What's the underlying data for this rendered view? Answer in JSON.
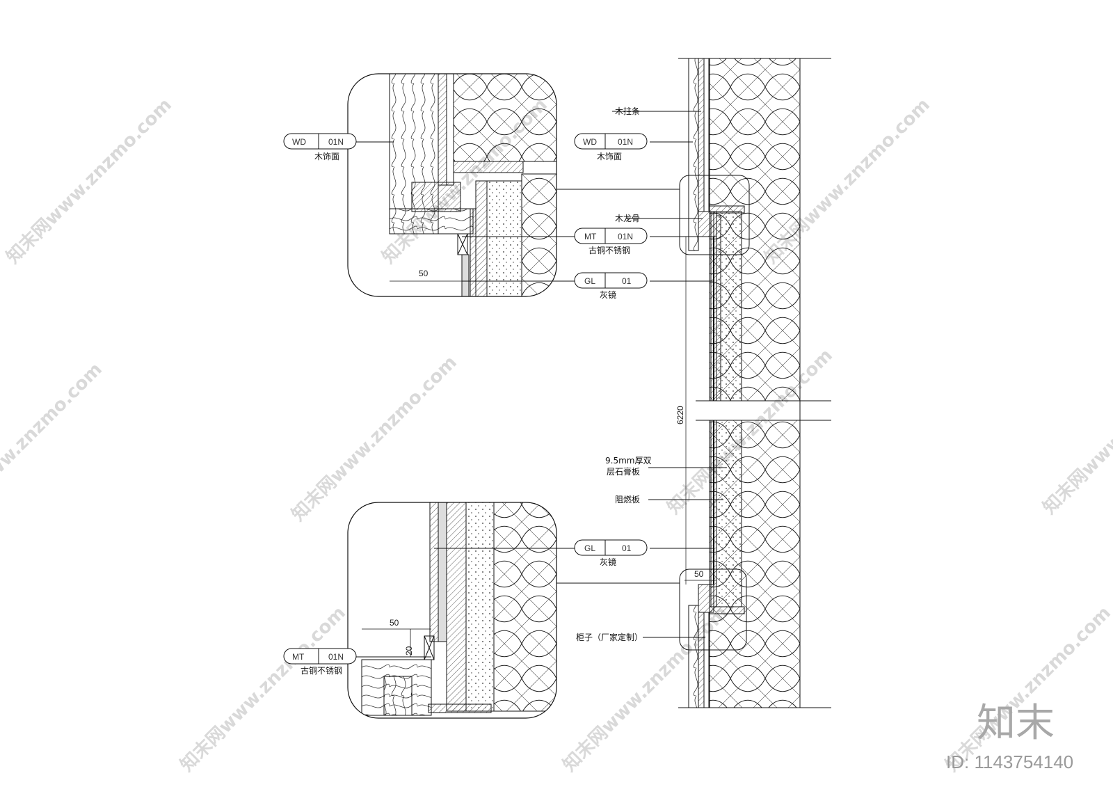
{
  "watermark": {
    "text": "知末网www.znzmo.com"
  },
  "brand": {
    "logo": "知末",
    "id_text": "ID: 1143754140"
  },
  "labels": {
    "wood_strip": "木拄条",
    "wood_face": "木饰面",
    "wood_keel": "木龙骨",
    "bronze_ss": "古铜不锈钢",
    "grey_mirror": "灰镜",
    "gypsum_line1": "9.5mm厚双",
    "gypsum_line2": "层石膏板",
    "fire_board": "阻燃板",
    "cabinet": "柜子（厂家定制）"
  },
  "tags": {
    "wd_code": "WD",
    "wd_num": "01N",
    "mt_code": "MT",
    "mt_num": "01N",
    "gl_code": "GL",
    "gl_num": "01"
  },
  "dimensions": {
    "height": "6220",
    "gap_50": "50",
    "gap_20": "20"
  },
  "colors": {
    "line": "#111111",
    "watermark": "#d9d9d9"
  }
}
